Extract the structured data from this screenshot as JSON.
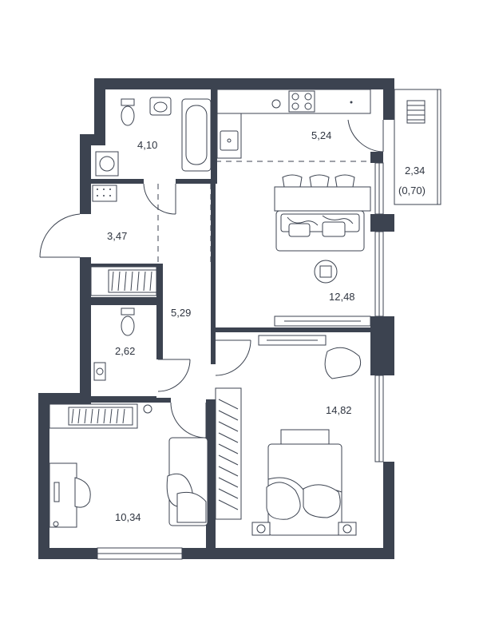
{
  "colors": {
    "wall": "#3c4350",
    "background": "#ffffff"
  },
  "rooms": {
    "bathroom": "4,10",
    "kitchen": "5,24",
    "balcony": "2,34",
    "balcony_reduced": "(0,70)",
    "entrance": "3,47",
    "hallway": "5,29",
    "living": "12,48",
    "toilet": "2,62",
    "bedroom": "14,82",
    "kids_room": "10,34"
  }
}
